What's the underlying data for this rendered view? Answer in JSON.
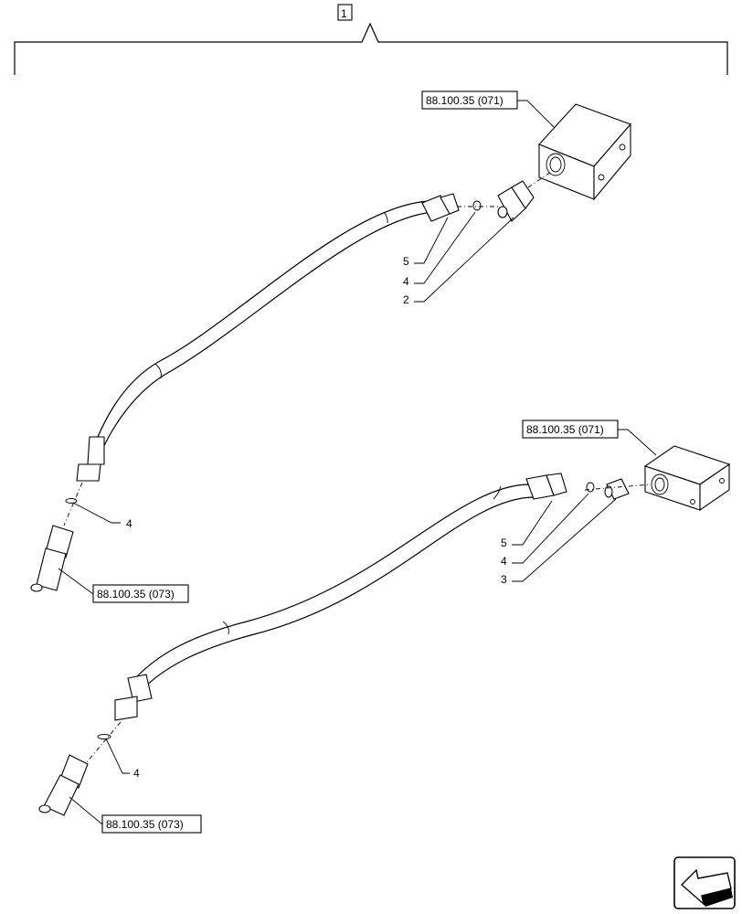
{
  "assembly_item": "1",
  "refs": {
    "valve_top": "88.100.35 (071)",
    "valve_bottom": "88.100.35 (071)",
    "coupler_top": "88.100.35 (073)",
    "coupler_bottom": "88.100.35 (073)"
  },
  "callouts": {
    "upper_5": "5",
    "upper_4": "4",
    "upper_2": "2",
    "upper_left_4": "4",
    "lower_5": "5",
    "lower_4": "4",
    "lower_3": "3",
    "lower_left_4": "4"
  },
  "nav_icon": "prev-page-arrow-icon"
}
